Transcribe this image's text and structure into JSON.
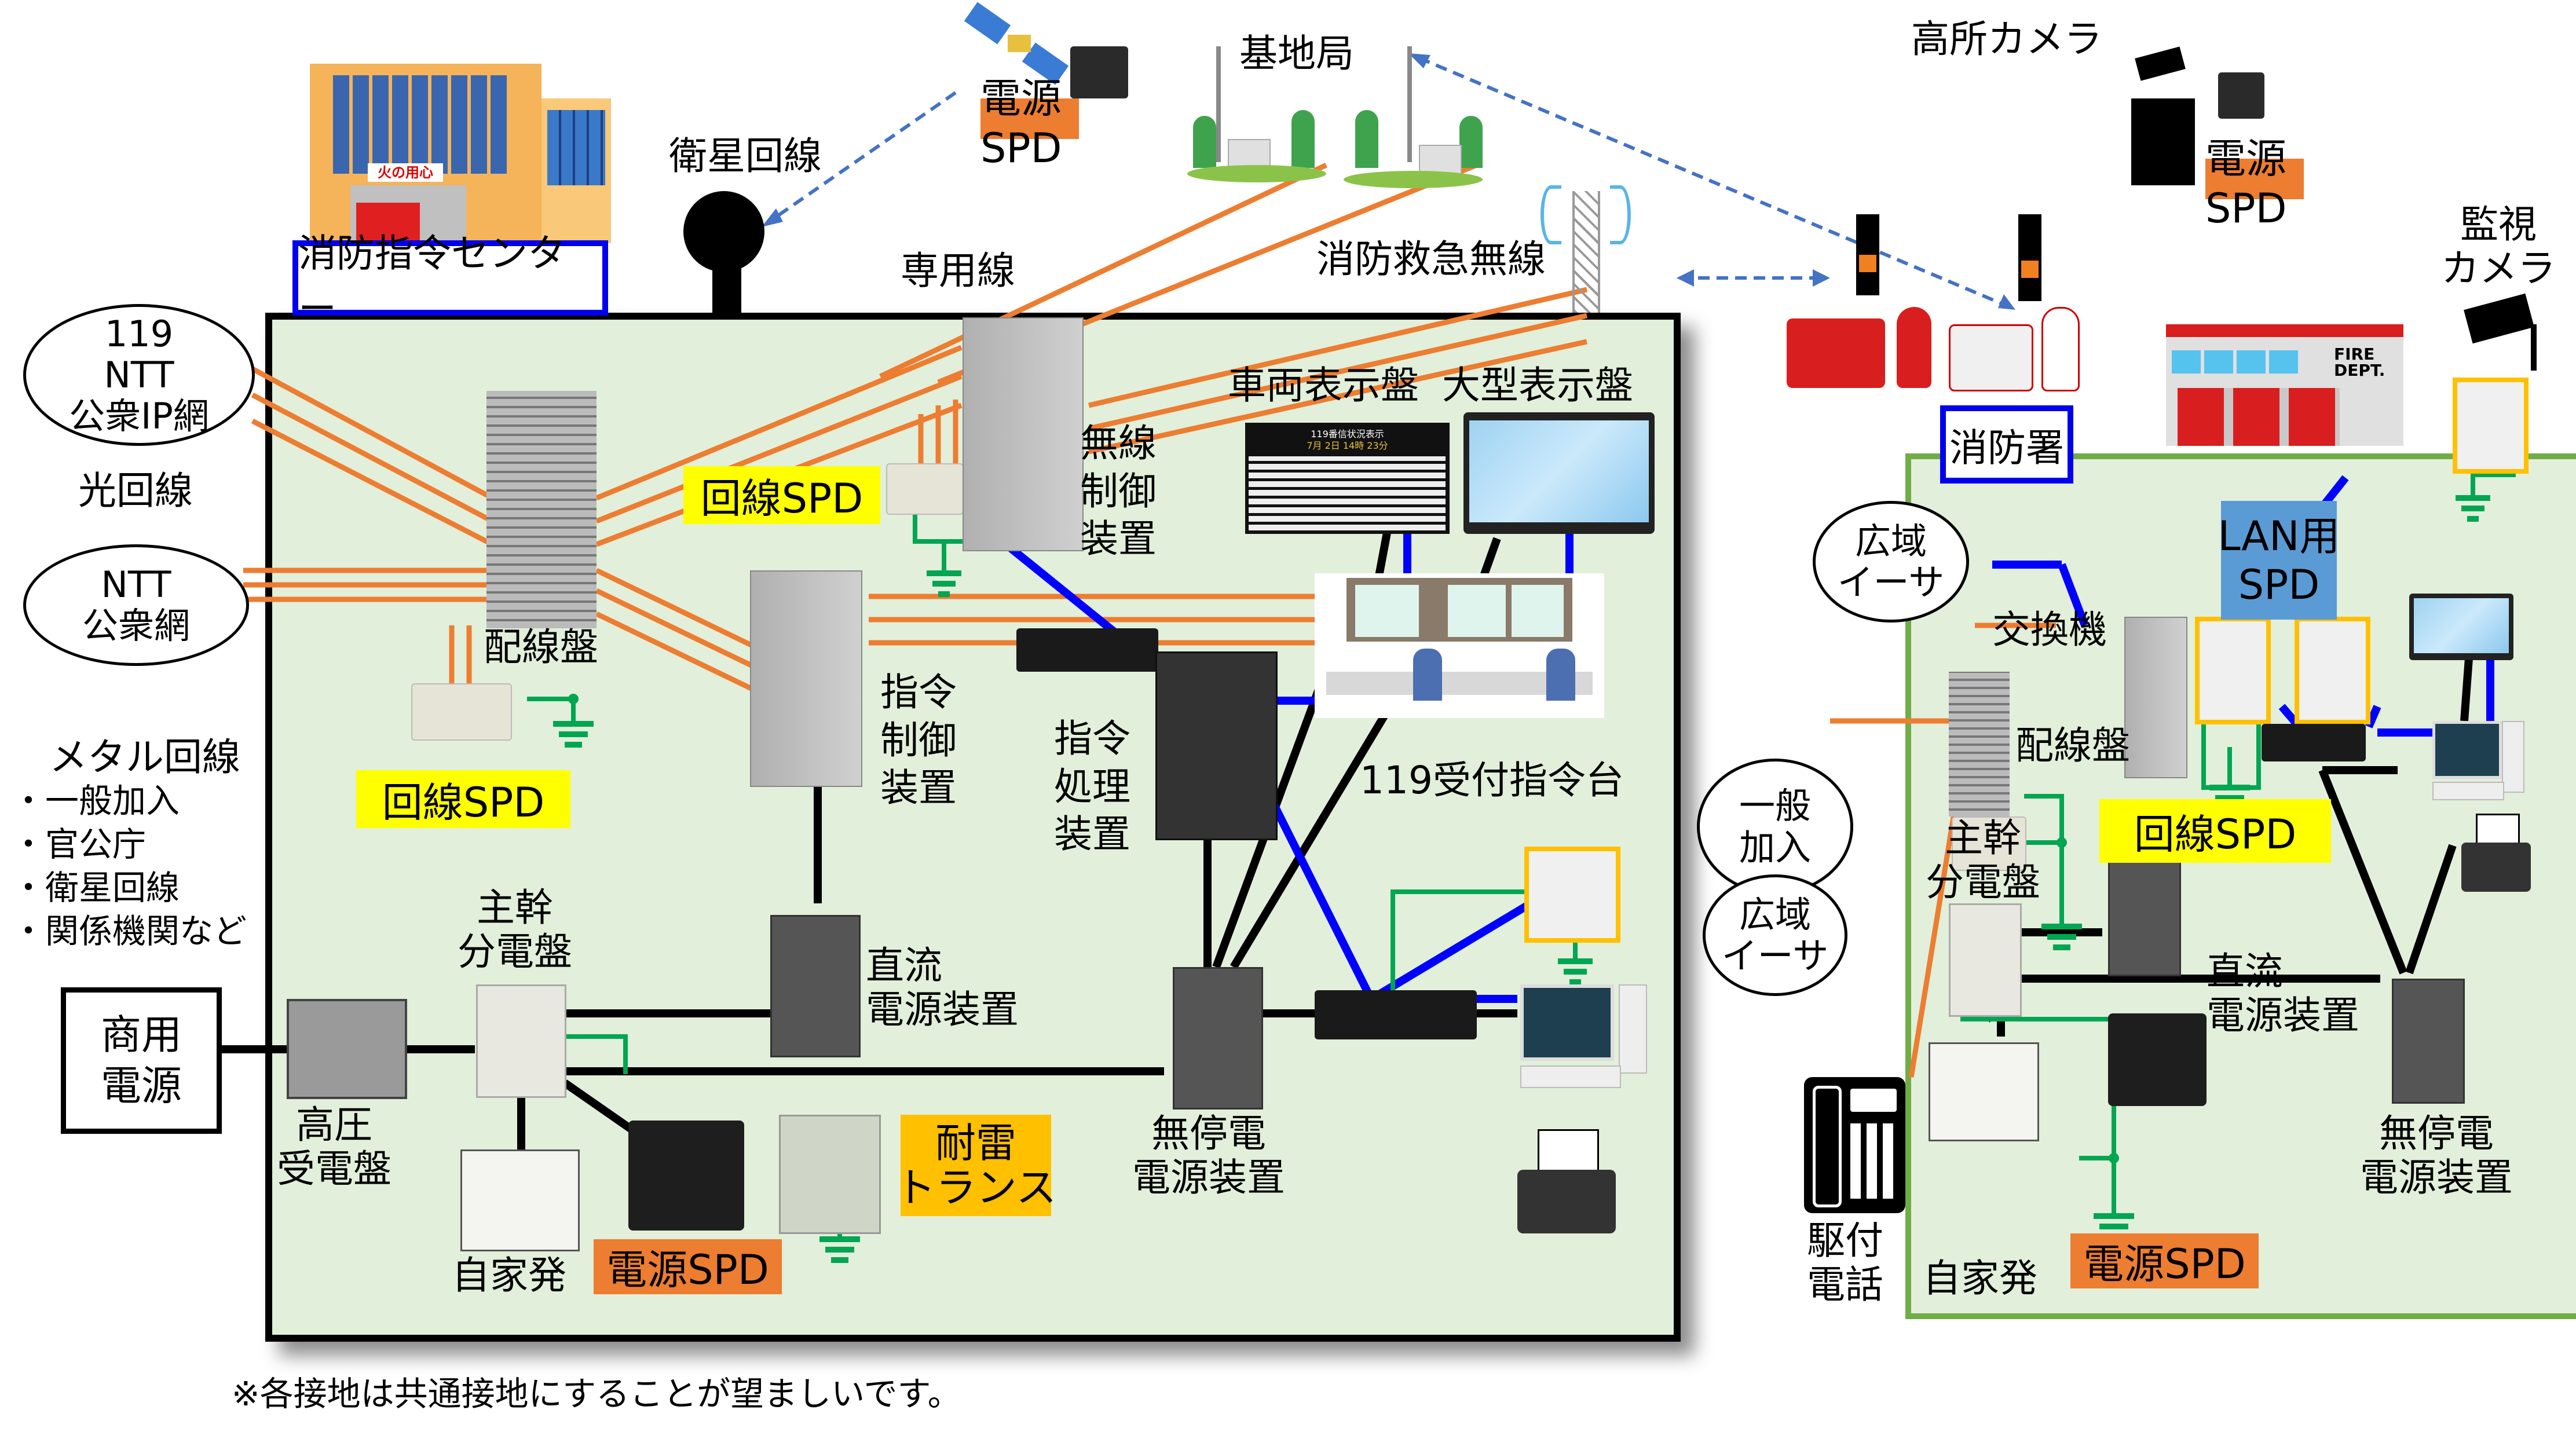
{
  "facilities": {
    "command_center": "消防指令センター",
    "fire_station": "消防署"
  },
  "external": {
    "satellite_line": "衛星回線",
    "base_station": "基地局",
    "dedicated_line": "専用線",
    "fire_radio": "消防救急無線",
    "high_camera": "高所カメラ",
    "surveillance_camera": "監視\nカメラ",
    "ntt_ip": "119\nNTT\n公衆IP網",
    "optical_line": "光回線",
    "ntt_public": "NTT\n公衆網",
    "metal_line_title": "メタル回線",
    "metal_line_items": [
      "・一般加入",
      "・官公庁",
      "・衛星回線",
      "・関係機関など"
    ],
    "commercial_power": "商用\n電源",
    "general_subscriber": "一般\n加入",
    "wide_ether_left": "広域\nイーサ",
    "wide_ether_right": "広域\nイーサ",
    "emergency_phone": "駆付\n電話"
  },
  "spd_tags": {
    "power_spd": "電源SPD",
    "line_spd": "回線SPD",
    "lan_spd": "LAN用\nSPD",
    "lightning_transformer": "耐雷\nトランス"
  },
  "command_center_devices": {
    "wiring_panel": "配線盤",
    "radio_control": "無線\n制御\n装置",
    "command_control": "指令\n制御\n装置",
    "command_processing": "指令\n処理\n装置",
    "vehicle_display": "車両表示盤",
    "large_display": "大型表示盤",
    "reception_console": "119受付指令台",
    "main_distribution": "主幹\n分電盤",
    "dc_power": "直流\n電源装置",
    "high_voltage": "高圧\n受電盤",
    "private_generator": "自家発",
    "ups": "無停電\n電源装置",
    "display_board_header": "119番信状況表示",
    "display_board_time": "7月 2日 14時 23分"
  },
  "fire_station_devices": {
    "exchange": "交換機",
    "wiring_panel": "配線盤",
    "main_distribution": "主幹\n分電盤",
    "dc_power": "直流\n電源装置",
    "ups": "無停電\n電源装置",
    "private_generator": "自家発",
    "building_sign": "FIRE\nDEPT."
  },
  "building_sign": "火の用心",
  "footnote": "※各接地は共通接地にすることが望ましいです。",
  "colors": {
    "room_fill": "#e2efda",
    "station_border": "#70ad47",
    "phone_line": "#ed7d31",
    "lan_line": "#0000ff",
    "ground_line": "#00a651",
    "power_line": "#000000",
    "wireless_link": "#4472c4"
  }
}
